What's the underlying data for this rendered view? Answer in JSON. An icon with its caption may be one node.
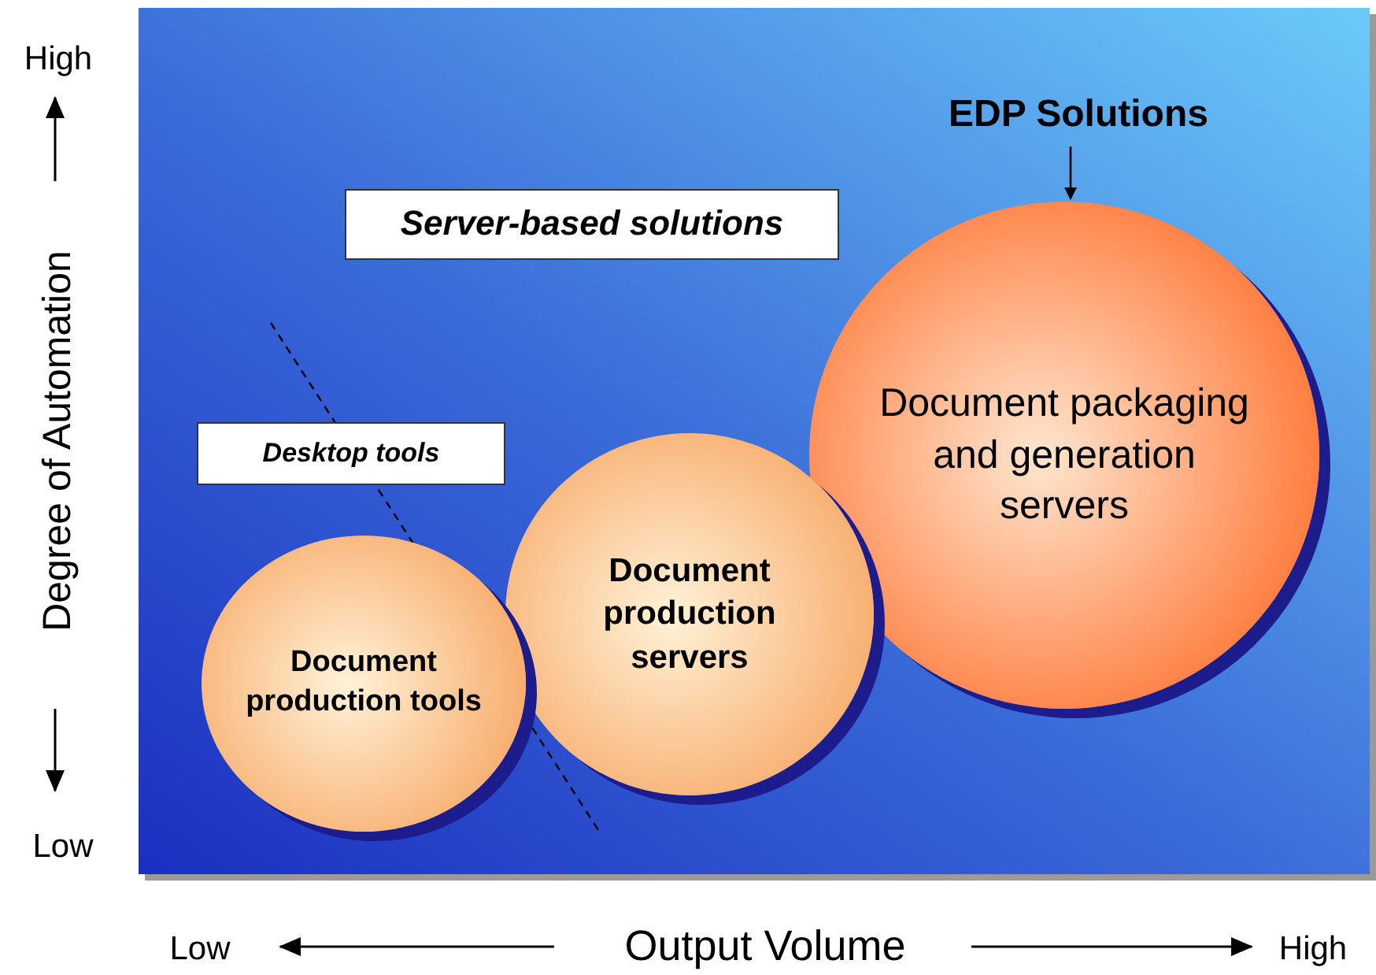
{
  "diagram": {
    "nodes": [
      {
        "text": [
          "EDP Solutions"
        ]
      },
      {
        "text": [
          "Server-based solutions"
        ]
      },
      {
        "text": [
          "Desktop tools"
        ]
      },
      {
        "text": [
          "Document packaging and generation servers"
        ]
      },
      {
        "text": [
          "Document production servers"
        ]
      },
      {
        "text": [
          "Document production tools"
        ]
      }
    ],
    "edges": [
      {
        "from": 0,
        "to": 3,
        "arrow": "to"
      }
    ],
    "labels": [
      "High",
      "Degree of Automation",
      "Low",
      "Low",
      "Output Volume",
      "High"
    ]
  }
}
